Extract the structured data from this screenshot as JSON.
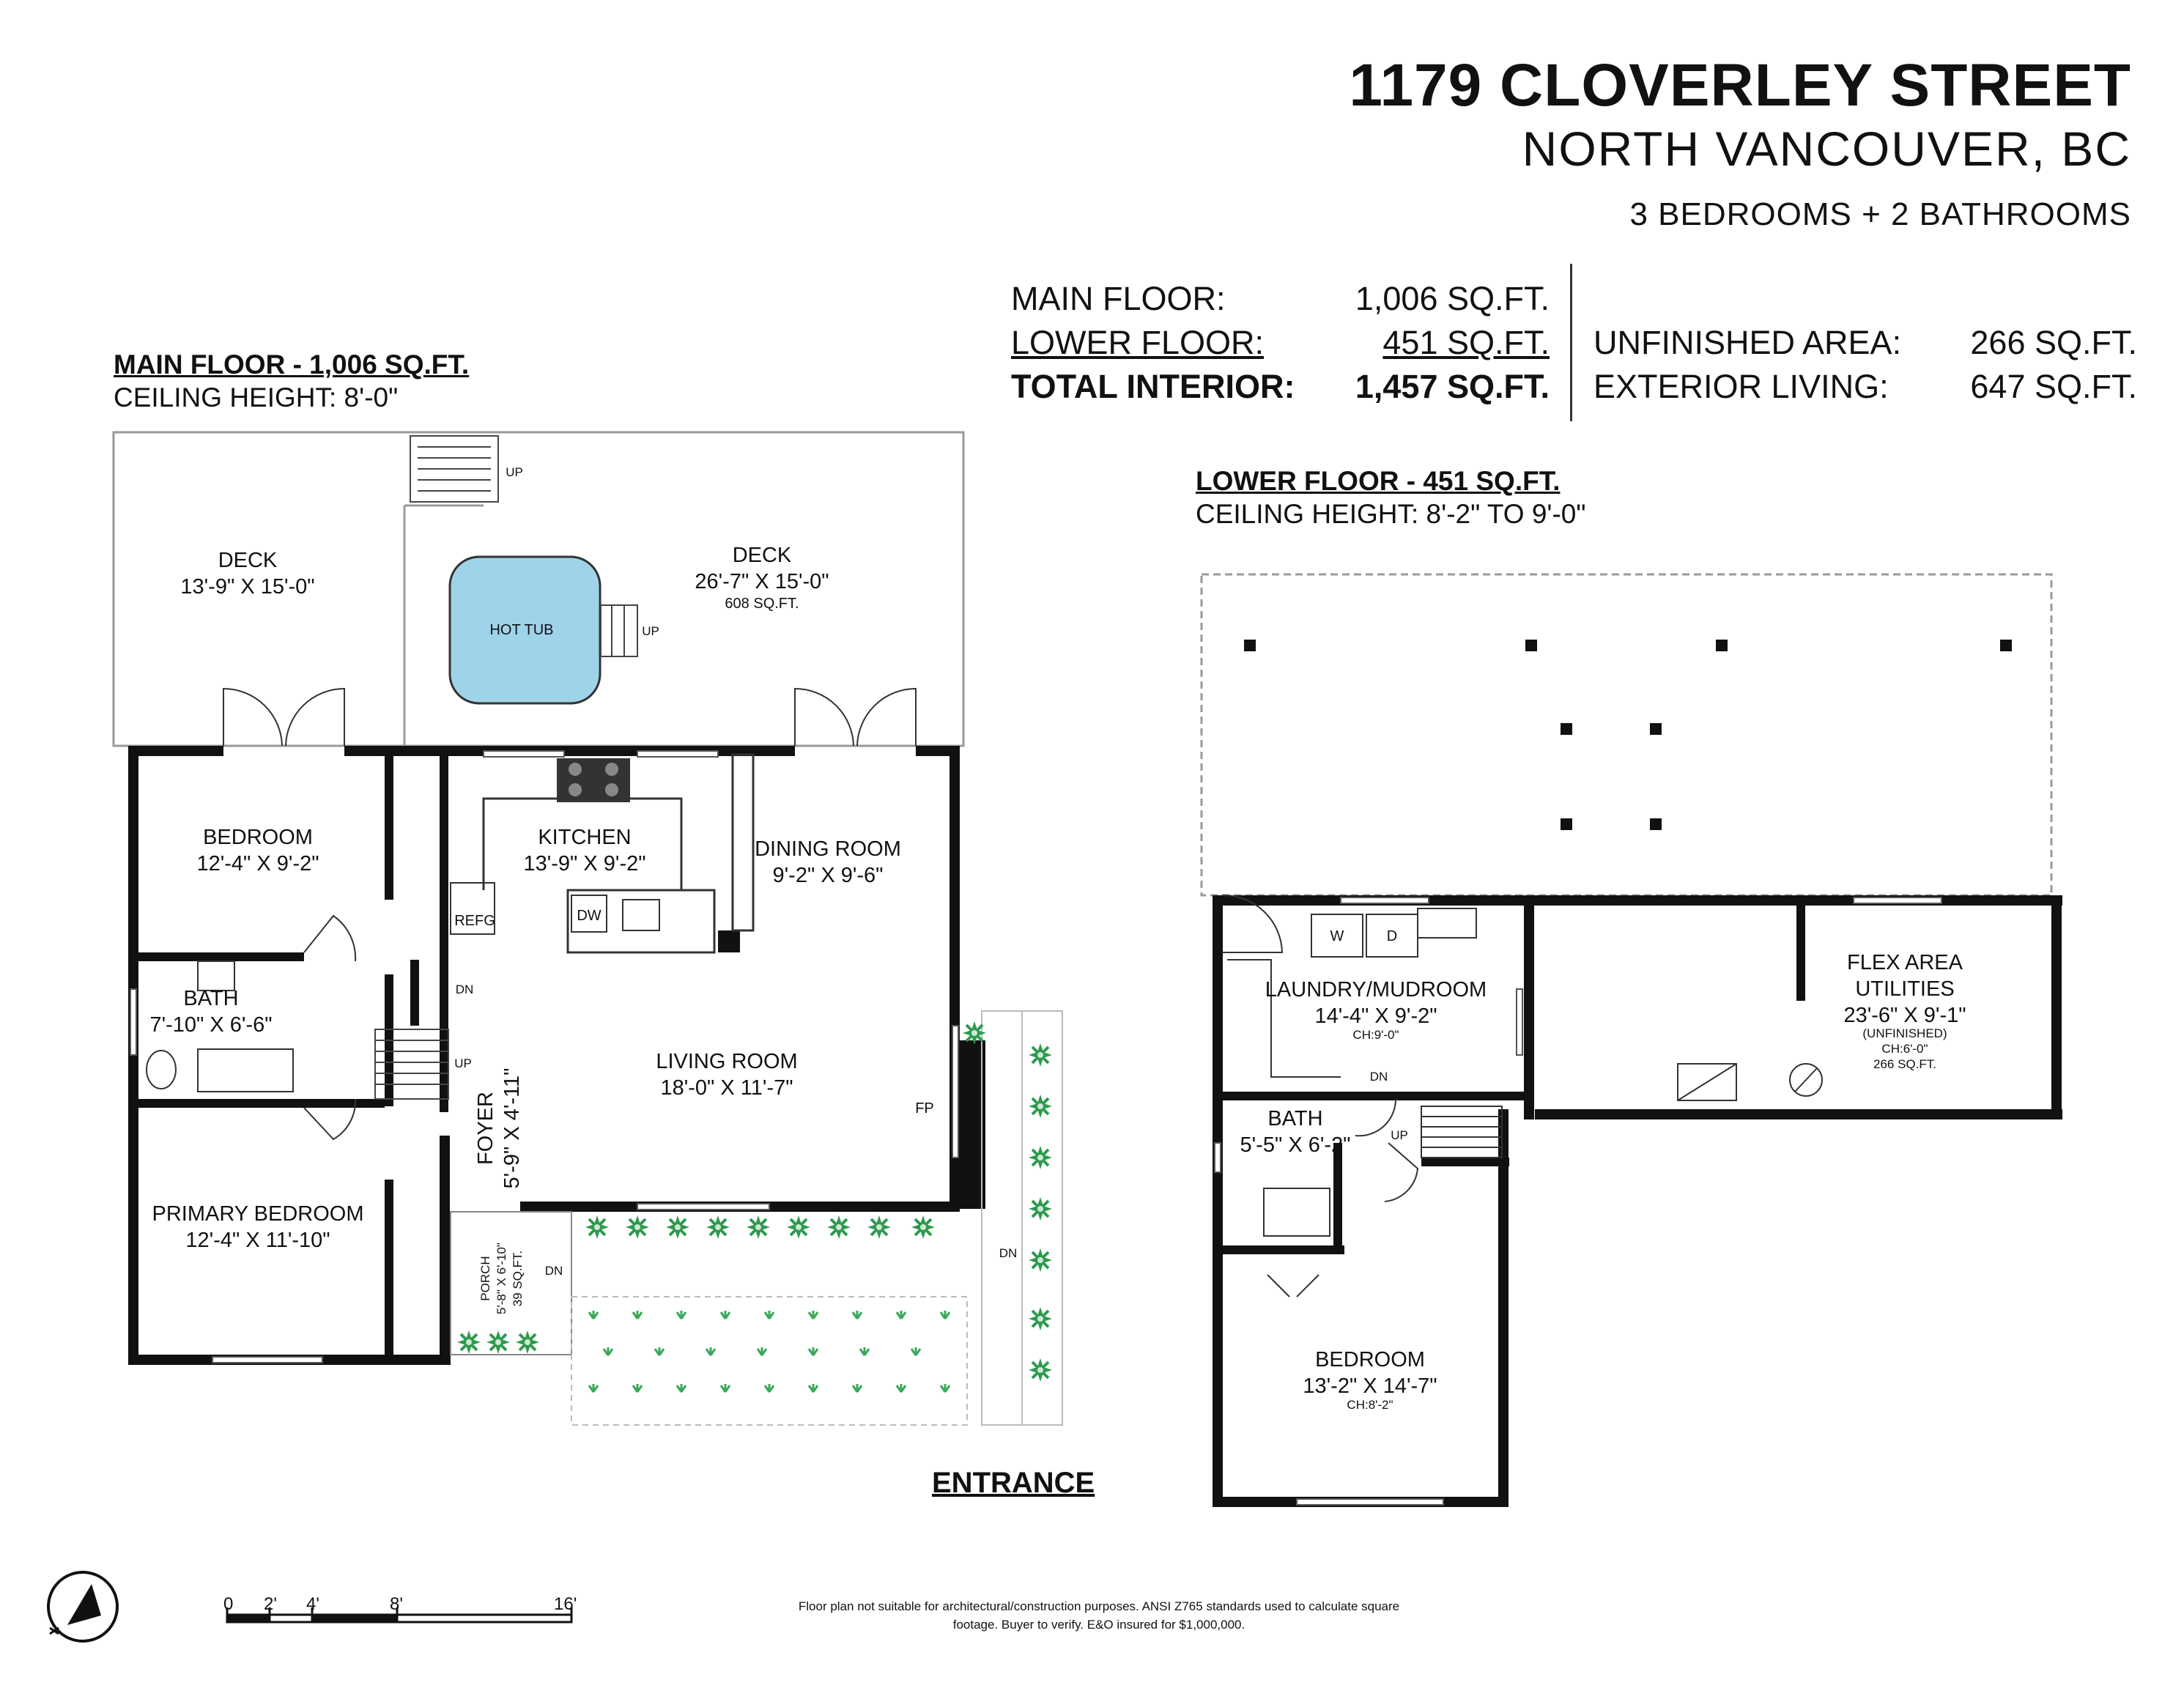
{
  "header": {
    "address": "1179 CLOVERLEY STREET",
    "city": "NORTH VANCOUVER, BC",
    "rooms": "3 BEDROOMS + 2 BATHROOMS"
  },
  "summary": {
    "main_label": "MAIN FLOOR:",
    "main_value": "1,006 SQ.FT.",
    "lower_label": "LOWER FLOOR:",
    "lower_value": "451 SQ.FT.",
    "total_label": "TOTAL INTERIOR:",
    "total_value": "1,457 SQ.FT.",
    "unfinished_label": "UNFINISHED AREA:",
    "unfinished_value": "266 SQ.FT.",
    "exterior_label": "EXTERIOR LIVING:",
    "exterior_value": "647 SQ.FT."
  },
  "main_floor": {
    "title": "MAIN FLOOR - 1,006 SQ.FT.",
    "ceiling": "CEILING HEIGHT: 8'-0\"",
    "rooms": {
      "deck_left_name": "DECK",
      "deck_left_dim": "13'-9\" X 15'-0\"",
      "deck_right_name": "DECK",
      "deck_right_dim": "26'-7\" X 15'-0\"",
      "deck_right_area": "608 SQ.FT.",
      "hot_tub": "HOT TUB",
      "bedroom_name": "BEDROOM",
      "bedroom_dim": "12'-4\" X 9'-2\"",
      "kitchen_name": "KITCHEN",
      "kitchen_dim": "13'-9\" X 9'-2\"",
      "dining_name": "DINING ROOM",
      "dining_dim": "9'-2\" X 9'-6\"",
      "bath_name": "BATH",
      "bath_dim": "7'-10\" X 6'-6\"",
      "living_name": "LIVING ROOM",
      "living_dim": "18'-0\" X 11'-7\"",
      "foyer_name": "FOYER",
      "foyer_dim": "5'-9\" X 4'-11\"",
      "primary_name": "PRIMARY BEDROOM",
      "primary_dim": "12'-4\" X 11'-10\"",
      "porch_name": "PORCH",
      "porch_dim": "5'-8\" X 6'-10\"",
      "porch_area": "39 SQ.FT.",
      "refg": "REFG",
      "dw": "DW",
      "fp": "FP",
      "up": "UP",
      "dn": "DN"
    }
  },
  "lower_floor": {
    "title": "LOWER FLOOR - 451 SQ.FT.",
    "ceiling": "CEILING HEIGHT: 8'-2\" TO 9'-0\"",
    "rooms": {
      "laundry_name": "LAUNDRY/MUDROOM",
      "laundry_dim": "14'-4\" X 9'-2\"",
      "laundry_ch": "CH:9'-0\"",
      "flex_name1": "FLEX AREA",
      "flex_name2": "UTILITIES",
      "flex_dim": "23'-6\" X 9'-1\"",
      "flex_unfinished": "(UNFINISHED)",
      "flex_ch": "CH:6'-0\"",
      "flex_area": "266 SQ.FT.",
      "bath_name": "BATH",
      "bath_dim": "5'-5\" X 6'-2\"",
      "bedroom_name": "BEDROOM",
      "bedroom_dim": "13'-2\" X 14'-7\"",
      "bedroom_ch": "CH:8'-2\"",
      "w": "W",
      "d": "D",
      "up": "UP",
      "dn": "DN"
    }
  },
  "entrance": "ENTRANCE",
  "scale": {
    "labels": [
      "0",
      "2'",
      "4'",
      "8'",
      "16'"
    ]
  },
  "disclaimer": "Floor plan not suitable for architectural/construction purposes. ANSI Z765 standards used to calculate square footage. Buyer to verify. E&O insured for $1,000,000.",
  "icons": [
    "north-arrow-icon",
    "hot-tub-icon",
    "stove-icon",
    "sink-icon",
    "toilet-icon",
    "bathtub-icon",
    "shower-icon",
    "washer-icon",
    "dryer-icon",
    "plant-icon"
  ]
}
